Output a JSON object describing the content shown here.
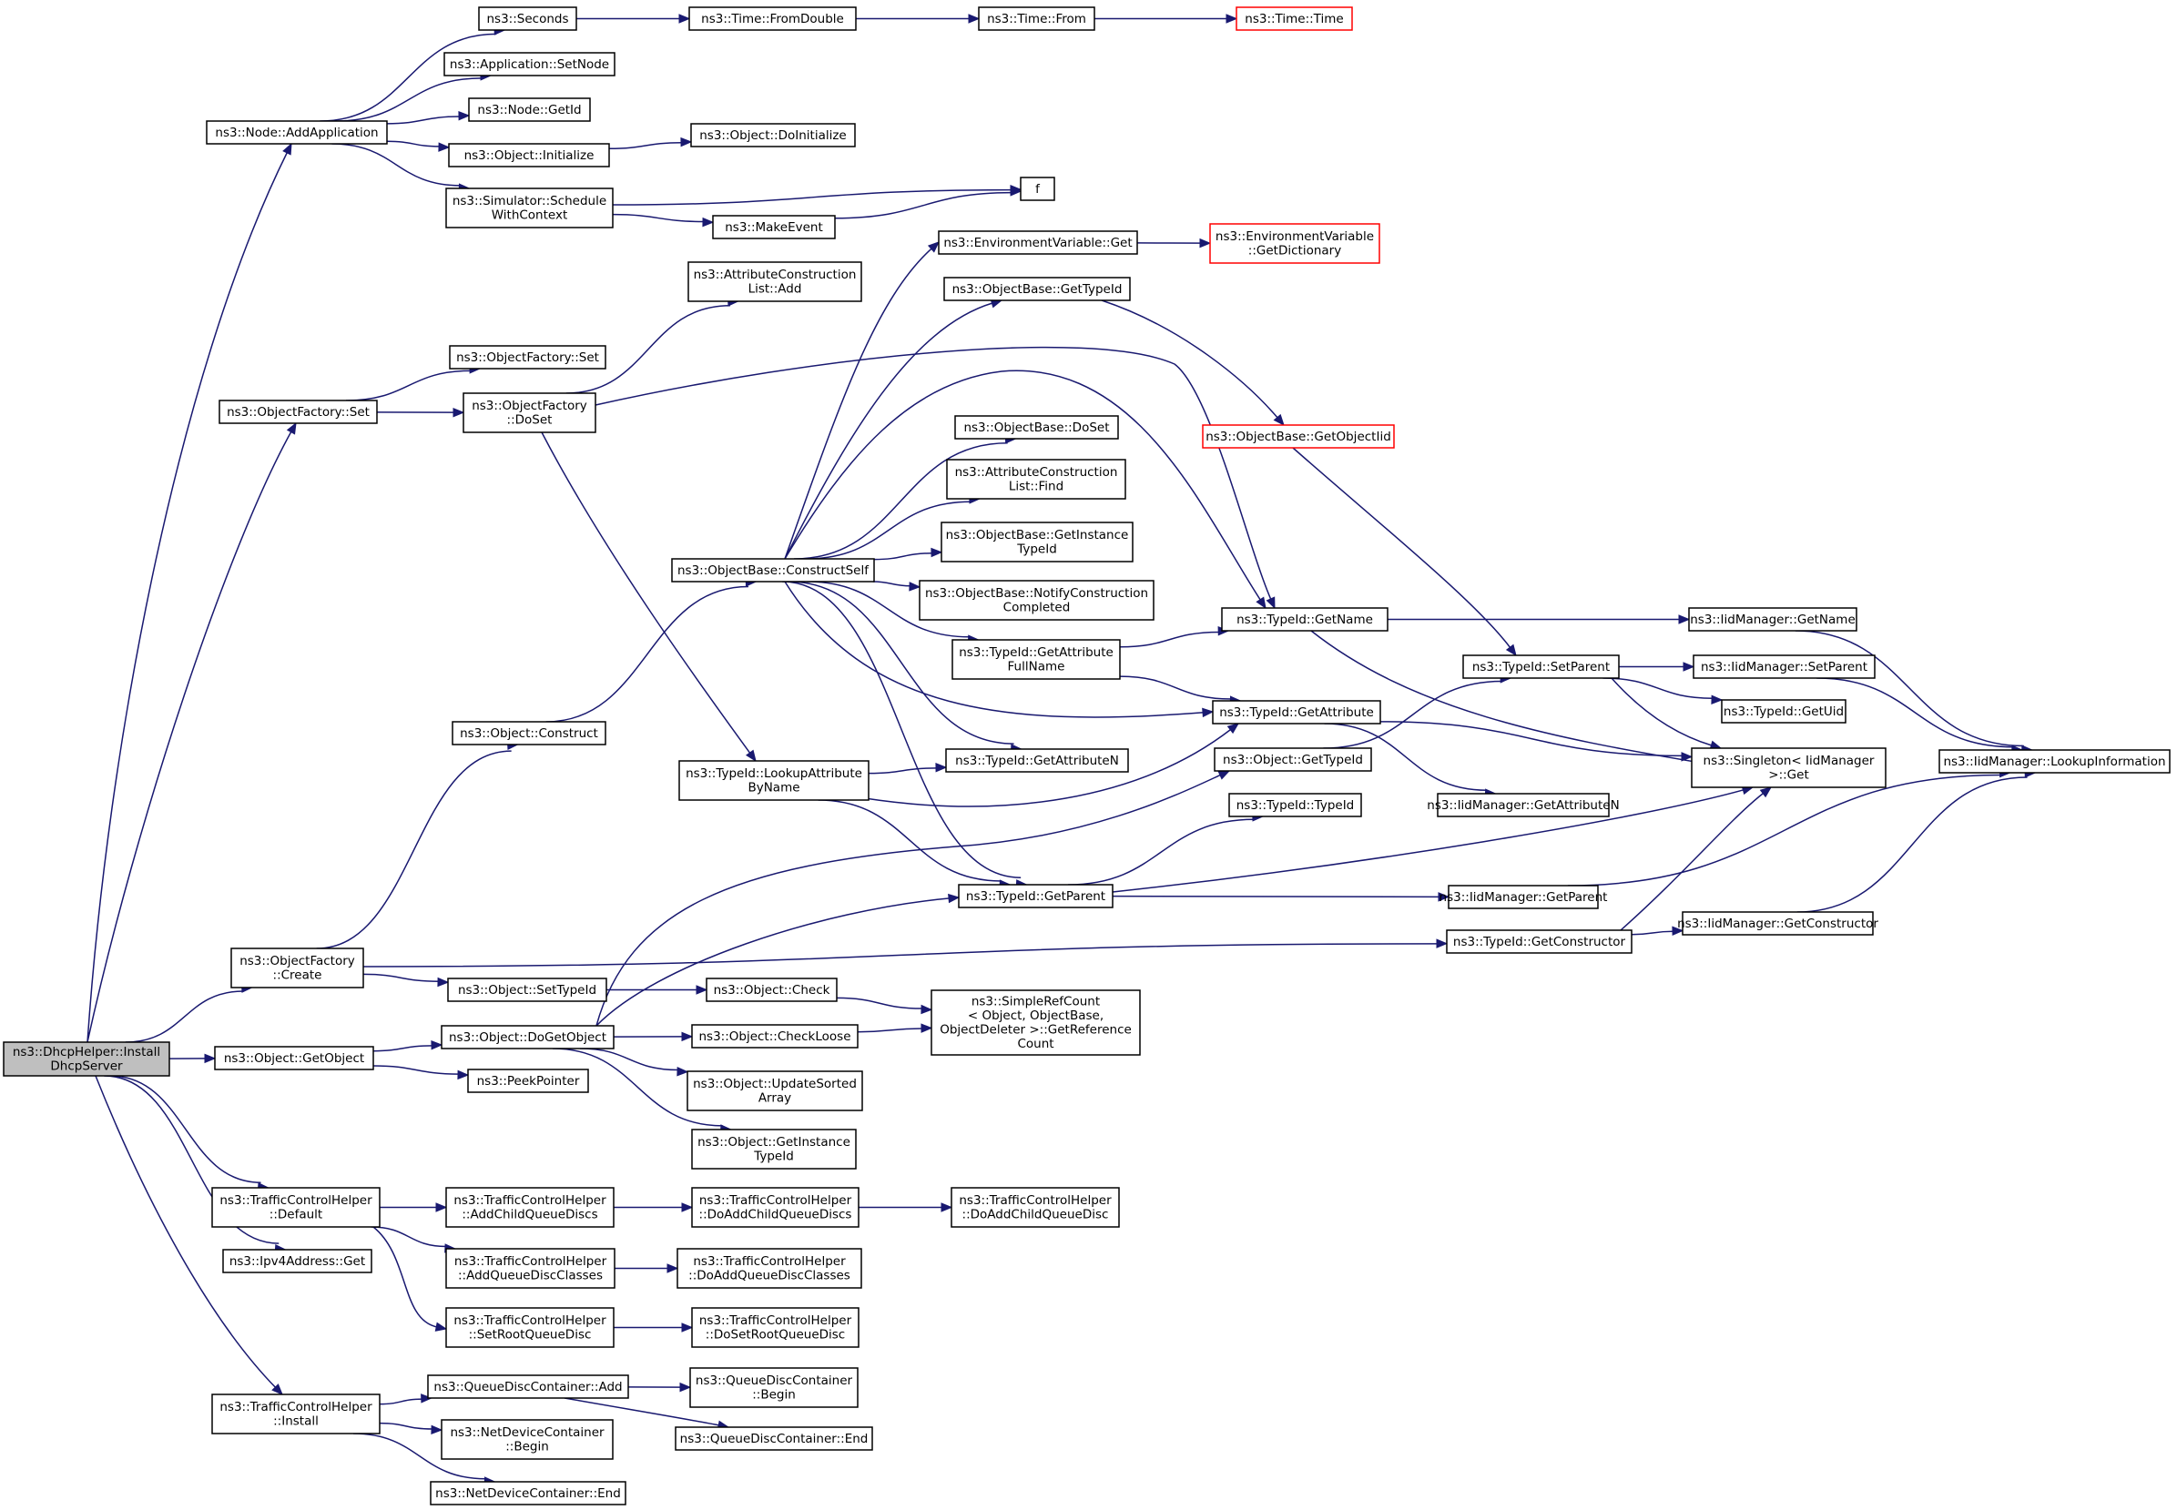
{
  "diagram": {
    "nodes": [
      {
        "id": "root",
        "lines": [
          "ns3::DhcpHelper::Install",
          "DhcpServer"
        ],
        "style": "root"
      },
      {
        "id": "node_addapp",
        "lines": [
          "ns3::Node::AddApplication"
        ]
      },
      {
        "id": "seconds",
        "lines": [
          "ns3::Seconds"
        ]
      },
      {
        "id": "fromdouble",
        "lines": [
          "ns3::Time::FromDouble"
        ]
      },
      {
        "id": "from",
        "lines": [
          "ns3::Time::From"
        ]
      },
      {
        "id": "time",
        "lines": [
          "ns3::Time::Time"
        ],
        "style": "red"
      },
      {
        "id": "app_setnode",
        "lines": [
          "ns3::Application::SetNode"
        ]
      },
      {
        "id": "node_getid",
        "lines": [
          "ns3::Node::GetId"
        ]
      },
      {
        "id": "obj_init",
        "lines": [
          "ns3::Object::Initialize"
        ]
      },
      {
        "id": "obj_doinit",
        "lines": [
          "ns3::Object::DoInitialize"
        ]
      },
      {
        "id": "sim_sched",
        "lines": [
          "ns3::Simulator::Schedule",
          "WithContext"
        ]
      },
      {
        "id": "f",
        "lines": [
          "f"
        ]
      },
      {
        "id": "makeevent",
        "lines": [
          "ns3::MakeEvent"
        ]
      },
      {
        "id": "envvar_get",
        "lines": [
          "ns3::EnvironmentVariable::Get"
        ]
      },
      {
        "id": "envvar_dict",
        "lines": [
          "ns3::EnvironmentVariable",
          "::GetDictionary"
        ],
        "style": "red"
      },
      {
        "id": "ob_gettypeid",
        "lines": [
          "ns3::ObjectBase::GetTypeId"
        ]
      },
      {
        "id": "acl_add",
        "lines": [
          "ns3::AttributeConstruction",
          "List::Add"
        ]
      },
      {
        "id": "of_set2",
        "lines": [
          "ns3::ObjectFactory::Set"
        ]
      },
      {
        "id": "of_set",
        "lines": [
          "ns3::ObjectFactory::Set"
        ]
      },
      {
        "id": "of_doset",
        "lines": [
          "ns3::ObjectFactory",
          "::DoSet"
        ]
      },
      {
        "id": "ob_getobjiid",
        "lines": [
          "ns3::ObjectBase::GetObjectIid"
        ],
        "style": "red"
      },
      {
        "id": "ob_doset",
        "lines": [
          "ns3::ObjectBase::DoSet"
        ]
      },
      {
        "id": "acl_find",
        "lines": [
          "ns3::AttributeConstruction",
          "List::Find"
        ]
      },
      {
        "id": "ob_getinst",
        "lines": [
          "ns3::ObjectBase::GetInstance",
          "TypeId"
        ]
      },
      {
        "id": "ob_constructself",
        "lines": [
          "ns3::ObjectBase::ConstructSelf"
        ]
      },
      {
        "id": "ob_notify",
        "lines": [
          "ns3::ObjectBase::NotifyConstruction",
          "Completed"
        ]
      },
      {
        "id": "tid_getname",
        "lines": [
          "ns3::TypeId::GetName"
        ]
      },
      {
        "id": "iid_getname",
        "lines": [
          "ns3::IidManager::GetName"
        ]
      },
      {
        "id": "tid_getattrfull",
        "lines": [
          "ns3::TypeId::GetAttribute",
          "FullName"
        ]
      },
      {
        "id": "tid_setparent",
        "lines": [
          "ns3::TypeId::SetParent"
        ]
      },
      {
        "id": "iid_setparent",
        "lines": [
          "ns3::IidManager::SetParent"
        ]
      },
      {
        "id": "tid_getuid",
        "lines": [
          "ns3::TypeId::GetUid"
        ]
      },
      {
        "id": "obj_construct",
        "lines": [
          "ns3::Object::Construct"
        ]
      },
      {
        "id": "tid_getattr",
        "lines": [
          "ns3::TypeId::GetAttribute"
        ]
      },
      {
        "id": "singleton_get",
        "lines": [
          "ns3::Singleton< IidManager",
          " >::Get"
        ]
      },
      {
        "id": "iid_lookup",
        "lines": [
          "ns3::IidManager::LookupInformation"
        ]
      },
      {
        "id": "tid_lookupattr",
        "lines": [
          "ns3::TypeId::LookupAttribute",
          "ByName"
        ]
      },
      {
        "id": "tid_getattrn",
        "lines": [
          "ns3::TypeId::GetAttributeN"
        ]
      },
      {
        "id": "obj_gettypeid",
        "lines": [
          "ns3::Object::GetTypeId"
        ]
      },
      {
        "id": "iid_getattrn",
        "lines": [
          "ns3::IidManager::GetAttributeN"
        ]
      },
      {
        "id": "tid_typeid",
        "lines": [
          "ns3::TypeId::TypeId"
        ]
      },
      {
        "id": "tid_getparent",
        "lines": [
          "ns3::TypeId::GetParent"
        ]
      },
      {
        "id": "iid_getparent",
        "lines": [
          "ns3::IidManager::GetParent"
        ]
      },
      {
        "id": "iid_getctor",
        "lines": [
          "ns3::IidManager::GetConstructor"
        ]
      },
      {
        "id": "of_create",
        "lines": [
          "ns3::ObjectFactory",
          "::Create"
        ]
      },
      {
        "id": "tid_getctor",
        "lines": [
          "ns3::TypeId::GetConstructor"
        ]
      },
      {
        "id": "obj_settypeid",
        "lines": [
          "ns3::Object::SetTypeId"
        ]
      },
      {
        "id": "obj_check",
        "lines": [
          "ns3::Object::Check"
        ]
      },
      {
        "id": "srefcount",
        "lines": [
          "ns3::SimpleRefCount",
          "< Object, ObjectBase,",
          " ObjectDeleter >::GetReference",
          "Count"
        ]
      },
      {
        "id": "obj_getobject",
        "lines": [
          "ns3::Object::GetObject"
        ]
      },
      {
        "id": "obj_dogetobject",
        "lines": [
          "ns3::Object::DoGetObject"
        ]
      },
      {
        "id": "obj_checkloose",
        "lines": [
          "ns3::Object::CheckLoose"
        ]
      },
      {
        "id": "peekpointer",
        "lines": [
          "ns3::PeekPointer"
        ]
      },
      {
        "id": "obj_updsorted",
        "lines": [
          "ns3::Object::UpdateSorted",
          "Array"
        ]
      },
      {
        "id": "obj_getinst",
        "lines": [
          "ns3::Object::GetInstance",
          "TypeId"
        ]
      },
      {
        "id": "tch_default",
        "lines": [
          "ns3::TrafficControlHelper",
          "::Default"
        ]
      },
      {
        "id": "tch_addchild",
        "lines": [
          "ns3::TrafficControlHelper",
          "::AddChildQueueDiscs"
        ]
      },
      {
        "id": "tch_doaddchild",
        "lines": [
          "ns3::TrafficControlHelper",
          "::DoAddChildQueueDiscs"
        ]
      },
      {
        "id": "tch_doaddchild1",
        "lines": [
          "ns3::TrafficControlHelper",
          "::DoAddChildQueueDisc"
        ]
      },
      {
        "id": "ipv4_get",
        "lines": [
          "ns3::Ipv4Address::Get"
        ]
      },
      {
        "id": "tch_addclasses",
        "lines": [
          "ns3::TrafficControlHelper",
          "::AddQueueDiscClasses"
        ]
      },
      {
        "id": "tch_doaddclasses",
        "lines": [
          "ns3::TrafficControlHelper",
          "::DoAddQueueDiscClasses"
        ]
      },
      {
        "id": "tch_setroot",
        "lines": [
          "ns3::TrafficControlHelper",
          "::SetRootQueueDisc"
        ]
      },
      {
        "id": "tch_dosetroot",
        "lines": [
          "ns3::TrafficControlHelper",
          "::DoSetRootQueueDisc"
        ]
      },
      {
        "id": "qdc_add",
        "lines": [
          "ns3::QueueDiscContainer::Add"
        ]
      },
      {
        "id": "qdc_begin",
        "lines": [
          "ns3::QueueDiscContainer",
          "::Begin"
        ]
      },
      {
        "id": "tch_install",
        "lines": [
          "ns3::TrafficControlHelper",
          "::Install"
        ]
      },
      {
        "id": "qdc_end",
        "lines": [
          "ns3::QueueDiscContainer::End"
        ]
      },
      {
        "id": "ndc_begin",
        "lines": [
          "ns3::NetDeviceContainer",
          "::Begin"
        ]
      },
      {
        "id": "ndc_end",
        "lines": [
          "ns3::NetDeviceContainer::End"
        ]
      }
    ],
    "edges": [
      [
        "root",
        "node_addapp"
      ],
      [
        "root",
        "of_set"
      ],
      [
        "root",
        "of_create"
      ],
      [
        "root",
        "obj_getobject"
      ],
      [
        "root",
        "tch_default"
      ],
      [
        "root",
        "ipv4_get"
      ],
      [
        "root",
        "tch_install"
      ],
      [
        "node_addapp",
        "seconds"
      ],
      [
        "seconds",
        "fromdouble"
      ],
      [
        "fromdouble",
        "from"
      ],
      [
        "from",
        "time"
      ],
      [
        "node_addapp",
        "app_setnode"
      ],
      [
        "node_addapp",
        "node_getid"
      ],
      [
        "node_addapp",
        "obj_init"
      ],
      [
        "node_addapp",
        "sim_sched"
      ],
      [
        "obj_init",
        "obj_doinit"
      ],
      [
        "sim_sched",
        "f"
      ],
      [
        "sim_sched",
        "makeevent"
      ],
      [
        "makeevent",
        "f"
      ],
      [
        "of_set",
        "of_set2"
      ],
      [
        "of_set",
        "of_doset"
      ],
      [
        "of_doset",
        "acl_add"
      ],
      [
        "of_doset",
        "tid_getname"
      ],
      [
        "of_doset",
        "tid_lookupattr"
      ],
      [
        "ob_constructself",
        "envvar_get"
      ],
      [
        "envvar_get",
        "envvar_dict"
      ],
      [
        "ob_constructself",
        "ob_gettypeid"
      ],
      [
        "ob_gettypeid",
        "ob_getobjiid"
      ],
      [
        "ob_getobjiid",
        "tid_setparent"
      ],
      [
        "ob_constructself",
        "tid_getname"
      ],
      [
        "ob_constructself",
        "ob_doset"
      ],
      [
        "ob_constructself",
        "acl_find"
      ],
      [
        "ob_constructself",
        "ob_getinst"
      ],
      [
        "ob_constructself",
        "ob_notify"
      ],
      [
        "ob_constructself",
        "tid_getattrfull"
      ],
      [
        "ob_constructself",
        "tid_getattr"
      ],
      [
        "ob_constructself",
        "tid_getattrn"
      ],
      [
        "ob_constructself",
        "tid_getparent"
      ],
      [
        "tid_getattrfull",
        "tid_getname"
      ],
      [
        "tid_getattrfull",
        "tid_getattr"
      ],
      [
        "tid_getname",
        "iid_getname"
      ],
      [
        "tid_getname",
        "singleton_get"
      ],
      [
        "iid_getname",
        "iid_lookup"
      ],
      [
        "tid_setparent",
        "iid_setparent"
      ],
      [
        "tid_setparent",
        "tid_getuid"
      ],
      [
        "tid_setparent",
        "singleton_get"
      ],
      [
        "iid_setparent",
        "iid_lookup"
      ],
      [
        "tid_getattr",
        "singleton_get"
      ],
      [
        "tid_getattr",
        "iid_getattrn"
      ],
      [
        "tid_lookupattr",
        "tid_getattrn"
      ],
      [
        "tid_lookupattr",
        "tid_getattr"
      ],
      [
        "tid_lookupattr",
        "tid_getparent"
      ],
      [
        "obj_gettypeid",
        "tid_setparent"
      ],
      [
        "tid_getparent",
        "tid_typeid"
      ],
      [
        "tid_getparent",
        "singleton_get"
      ],
      [
        "tid_getparent",
        "iid_getparent"
      ],
      [
        "iid_getparent",
        "iid_lookup"
      ],
      [
        "of_create",
        "obj_construct"
      ],
      [
        "obj_construct",
        "ob_constructself"
      ],
      [
        "of_create",
        "tid_getctor"
      ],
      [
        "of_create",
        "obj_settypeid"
      ],
      [
        "tid_getctor",
        "singleton_get"
      ],
      [
        "tid_getctor",
        "iid_getctor"
      ],
      [
        "iid_getctor",
        "iid_lookup"
      ],
      [
        "obj_settypeid",
        "obj_check"
      ],
      [
        "obj_check",
        "srefcount"
      ],
      [
        "obj_getobject",
        "obj_dogetobject"
      ],
      [
        "obj_getobject",
        "peekpointer"
      ],
      [
        "obj_dogetobject",
        "obj_gettypeid"
      ],
      [
        "obj_dogetobject",
        "tid_getparent"
      ],
      [
        "obj_dogetobject",
        "obj_checkloose"
      ],
      [
        "obj_dogetobject",
        "obj_updsorted"
      ],
      [
        "obj_dogetobject",
        "obj_getinst"
      ],
      [
        "obj_checkloose",
        "srefcount"
      ],
      [
        "tch_default",
        "tch_addchild"
      ],
      [
        "tch_default",
        "tch_addclasses"
      ],
      [
        "tch_default",
        "tch_setroot"
      ],
      [
        "tch_addchild",
        "tch_doaddchild"
      ],
      [
        "tch_doaddchild",
        "tch_doaddchild1"
      ],
      [
        "tch_addclasses",
        "tch_doaddclasses"
      ],
      [
        "tch_setroot",
        "tch_dosetroot"
      ],
      [
        "tch_install",
        "qdc_add"
      ],
      [
        "tch_install",
        "ndc_begin"
      ],
      [
        "tch_install",
        "ndc_end"
      ],
      [
        "qdc_add",
        "qdc_begin"
      ],
      [
        "qdc_add",
        "qdc_end"
      ]
    ]
  }
}
